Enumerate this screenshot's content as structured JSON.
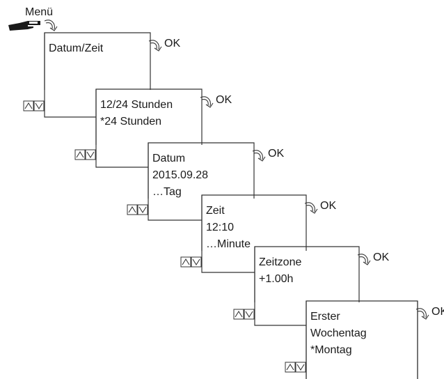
{
  "menu_label": "Menü",
  "ok_label": "OK",
  "screens": [
    {
      "lines": [
        "Datum/Zeit"
      ]
    },
    {
      "lines": [
        "12/24 Stunden",
        "*24 Stunden"
      ]
    },
    {
      "lines": [
        "Datum",
        "2015.09.28",
        "…Tag"
      ]
    },
    {
      "lines": [
        "Zeit",
        "12:10",
        "…Minute"
      ]
    },
    {
      "lines": [
        "Zeitzone",
        "+1.00h"
      ]
    },
    {
      "lines": [
        "Erster",
        "Wochentag",
        "*Montag"
      ]
    }
  ],
  "icons": {
    "hand": "pointing-hand-icon",
    "curved_arrow": "curved-arrow-icon",
    "up": "up-arrow-icon",
    "down": "down-arrow-icon"
  }
}
